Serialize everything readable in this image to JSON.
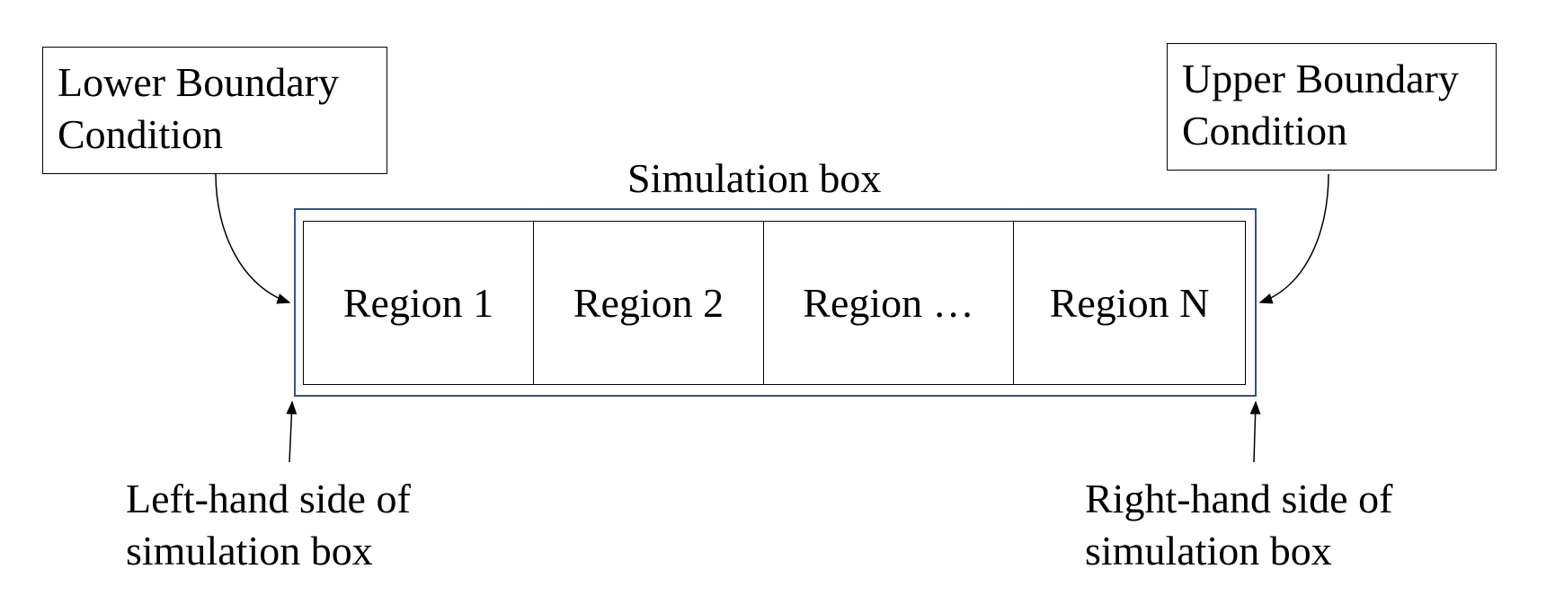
{
  "lower_boundary": {
    "line1": "Lower Boundary",
    "line2": "Condition"
  },
  "upper_boundary": {
    "line1": "Upper Boundary",
    "line2": "Condition"
  },
  "simulation_box": {
    "title": "Simulation box",
    "border_color": "#2f5586",
    "regions": [
      {
        "label": "Region 1"
      },
      {
        "label": "Region 2"
      },
      {
        "label": "Region …"
      },
      {
        "label": "Region N"
      }
    ]
  },
  "left_side": {
    "line1": "Left-hand side of",
    "line2": "simulation box"
  },
  "right_side": {
    "line1": "Right-hand side of",
    "line2": "simulation box"
  }
}
